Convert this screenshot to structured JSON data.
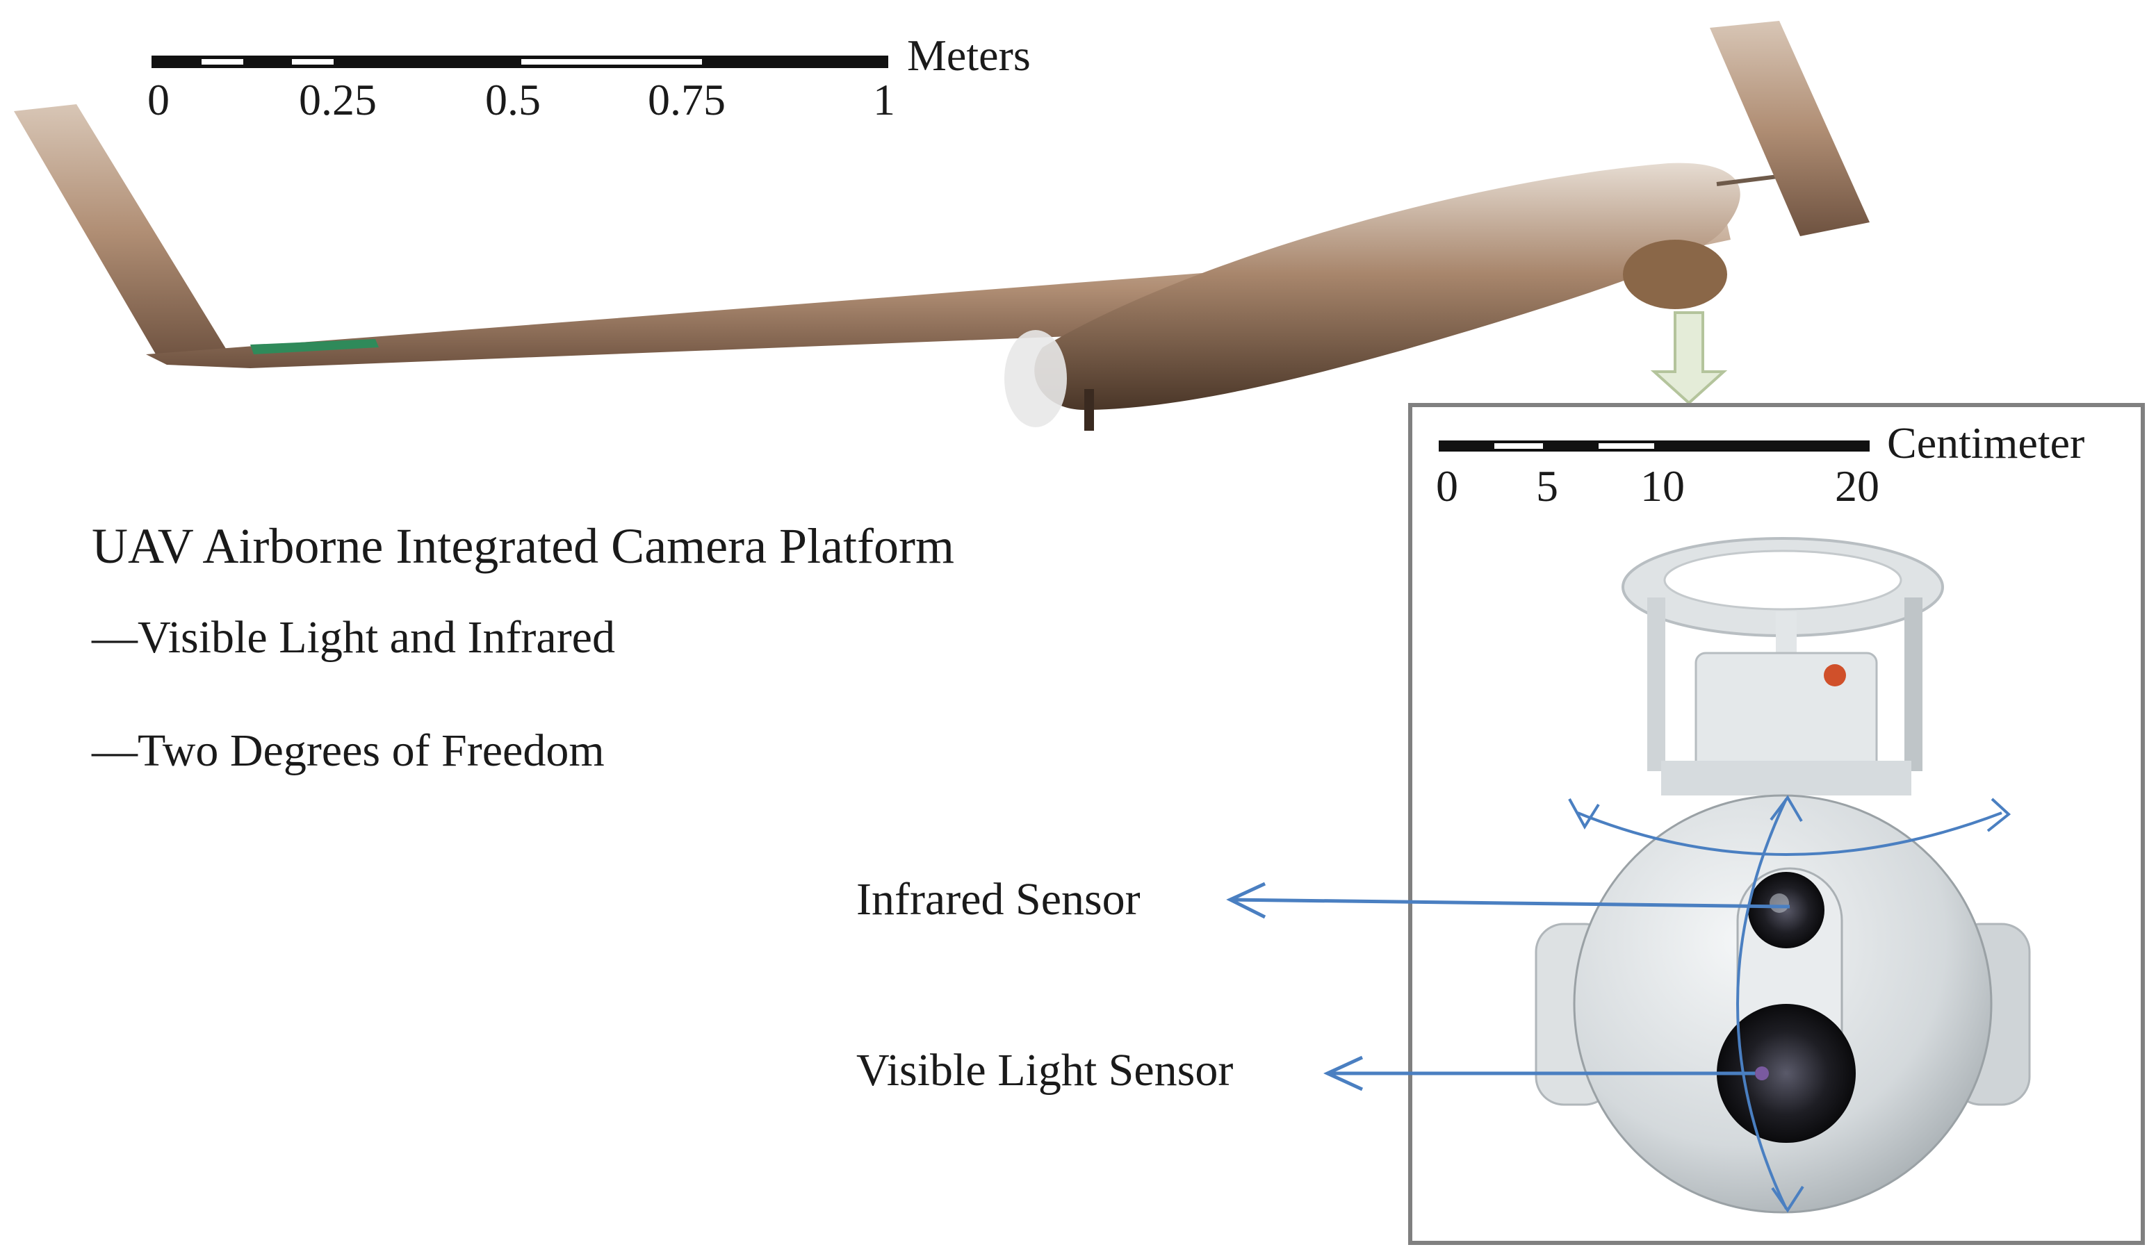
{
  "scale_meters": {
    "unit": "Meters",
    "ticks": [
      "0",
      "0.25",
      "0.5",
      "0.75",
      "1"
    ]
  },
  "scale_centimeters": {
    "unit": "Centimeter",
    "ticks": [
      "0",
      "5",
      "10",
      "20"
    ]
  },
  "description": {
    "title": "UAV Airborne Integrated Camera Platform",
    "line1": "—Visible Light and Infrared",
    "line2": "—Two Degrees of Freedom"
  },
  "callouts": {
    "infrared": "Infrared Sensor",
    "visible": "Visible Light Sensor"
  },
  "colors": {
    "aircraft_body": "#a8866c",
    "gimbal_body": "#d9dde0",
    "arrow_blue": "#4a7fc1",
    "frame_gray": "#808080",
    "down_arrow": "#c8d8b0"
  }
}
